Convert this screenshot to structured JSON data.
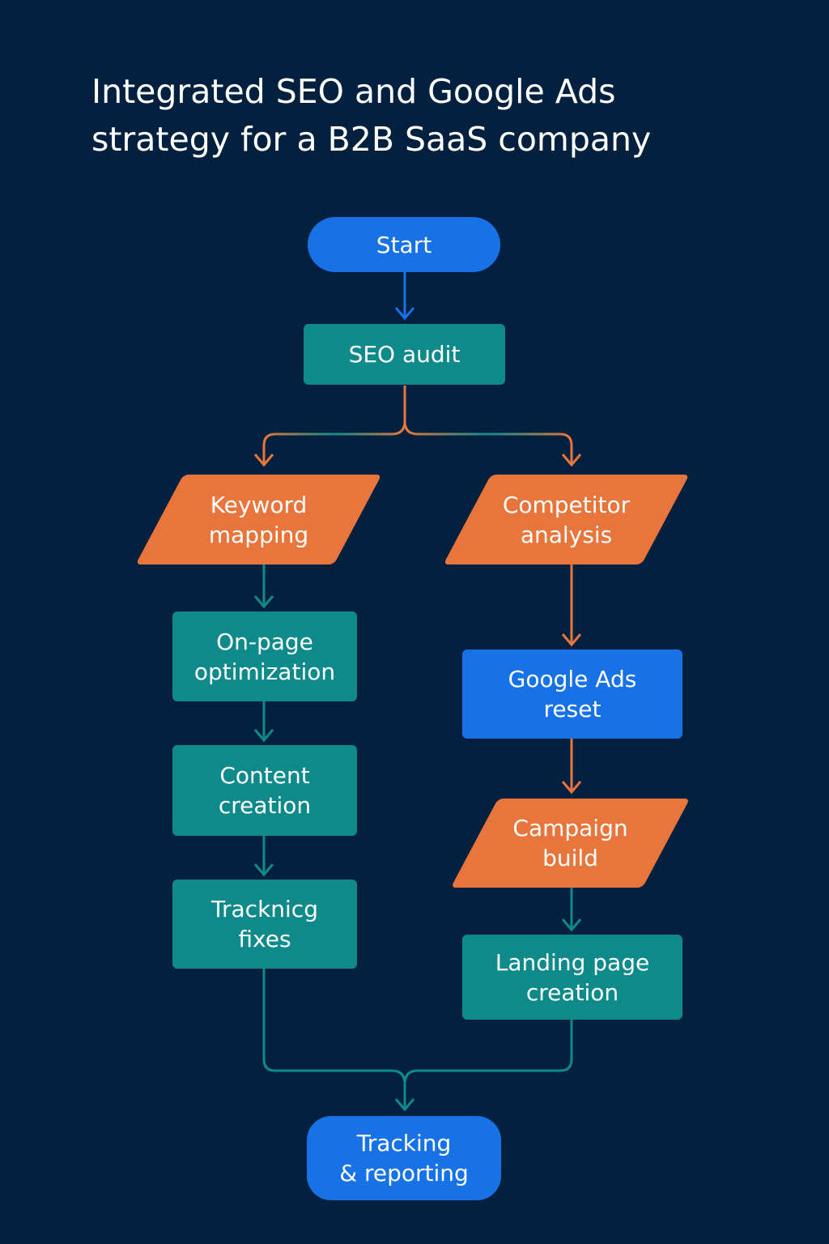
{
  "title": {
    "line1": "Integrated SEO and Google Ads",
    "line2": "strategy for a B2B SaaS company"
  },
  "nodes": {
    "start": "Start",
    "seo_audit": "SEO audit",
    "keyword_mapping": {
      "line1": "Keyword",
      "line2": "mapping"
    },
    "competitor_analysis": {
      "line1": "Competitor",
      "line2": "analysis"
    },
    "on_page_optimization": {
      "line1": "On-page",
      "line2": "optimization"
    },
    "content_creation": {
      "line1": "Content",
      "line2": "creation"
    },
    "tracking_fixes": {
      "line1": "Tracknicg",
      "line2": "fixes"
    },
    "google_ads_reset": {
      "line1": "Google Ads",
      "line2": "reset"
    },
    "campaign_build": {
      "line1": "Campaign",
      "line2": "build"
    },
    "landing_page_creation": {
      "line1": "Landing page",
      "line2": "creation"
    },
    "tracking_reporting": {
      "line1": "Tracking",
      "line2": "& reporting"
    }
  },
  "colors": {
    "background": "#03203f",
    "teal": "#0f8a8a",
    "blue": "#1672e6",
    "orange": "#e8763c",
    "connector_blue": "#1672e6",
    "connector_orange": "#e8763c",
    "connector_teal": "#0f8a8a"
  }
}
